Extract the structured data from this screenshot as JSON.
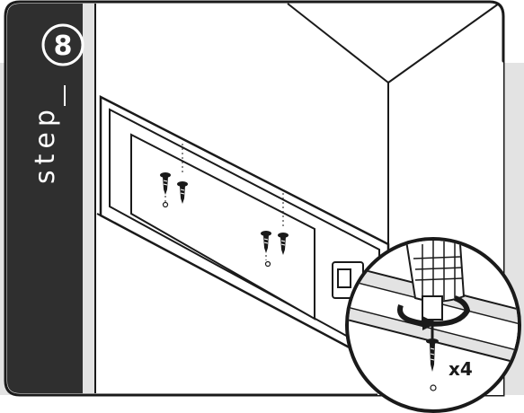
{
  "step": {
    "word": "step",
    "number": "8"
  },
  "callout": {
    "quantity": "x4"
  },
  "colors": {
    "panel": "#2f2f2f",
    "background_band": "#e3e3e3",
    "line": "#1a1a1a",
    "cabinet": "#ffffff"
  },
  "icons": [
    "screw-icon",
    "power-drill-icon",
    "rotation-arrow-icon",
    "screw-hole-icon"
  ]
}
